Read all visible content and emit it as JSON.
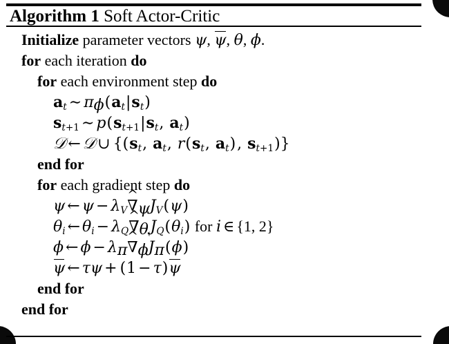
{
  "figure": {
    "kind": "algorithm-pseudocode-block",
    "label": "Algorithm 1",
    "name": "Soft Actor-Critic",
    "colors": {
      "ink": "#000000",
      "page": "#ffffff"
    }
  },
  "title": {
    "label": "Algorithm 1",
    "separator": " ",
    "name": "Soft Actor-Critic"
  },
  "lines": [
    {
      "id": "init",
      "indent": 0,
      "text": "Initialize parameter vectors ψ, ψ̄, θ, ϕ.",
      "keywords": [
        "Initialize"
      ],
      "math": "ψ, ψ̄, θ, ϕ"
    },
    {
      "id": "for-iteration",
      "indent": 0,
      "text": "for each iteration do",
      "keyword_open": "for",
      "body": " each iteration ",
      "keyword_close": "do"
    },
    {
      "id": "for-env-step",
      "indent": 1,
      "text": "for each environment step do",
      "keyword_open": "for",
      "body": " each environment step ",
      "keyword_close": "do"
    },
    {
      "id": "sample-action",
      "indent": 2,
      "text": "a_t ~ π_ϕ(a_t|s_t)",
      "latex": "\\mathbf{a}_t \\sim \\pi_\\phi(\\mathbf{a}_t|\\mathbf{s}_t)"
    },
    {
      "id": "sample-next-state",
      "indent": 2,
      "text": "s_{t+1} ~ p(s_{t+1}|s_t, a_t)",
      "latex": "\\mathbf{s}_{t+1} \\sim p(\\mathbf{s}_{t+1}|\\mathbf{s}_t,\\mathbf{a}_t)"
    },
    {
      "id": "replay-buffer-update",
      "indent": 2,
      "text": "D ← D ∪ {(s_t, a_t, r(s_t, a_t), s_{t+1})}",
      "latex": "\\mathcal{D} \\leftarrow \\mathcal{D} \\cup \\left\\{(\\mathbf{s}_t,\\mathbf{a}_t,r(\\mathbf{s}_t,\\mathbf{a}_t),\\mathbf{s}_{t+1})\\right\\}"
    },
    {
      "id": "end-for-env-step",
      "indent": 1,
      "text": "end for"
    },
    {
      "id": "for-gradient-step",
      "indent": 1,
      "text": "for each gradient step do",
      "keyword_open": "for",
      "body": " each gradient step ",
      "keyword_close": "do"
    },
    {
      "id": "update-psi",
      "indent": 2,
      "text": "ψ ← ψ − λ_V ∇̂_ψ J_V(ψ)",
      "latex": "\\psi \\leftarrow \\psi - \\lambda_V \\hat{\\nabla}_\\psi J_V(\\psi)"
    },
    {
      "id": "update-theta",
      "indent": 2,
      "text": "θ_i ← θ_i − λ_Q ∇̂_{θ_i} J_Q(θ_i) for i ∈ {1, 2}",
      "latex": "\\theta_i \\leftarrow \\theta_i - \\lambda_Q \\hat{\\nabla}_{\\theta_i} J_Q(\\theta_i)\\text{ for } i \\in \\{1,2\\}"
    },
    {
      "id": "update-phi",
      "indent": 2,
      "text": "ϕ ← ϕ − λ_π ∇̂_ϕ J_π(ϕ)",
      "latex": "\\phi \\leftarrow \\phi - \\lambda_\\pi \\hat{\\nabla}_\\phi J_\\pi(\\phi)"
    },
    {
      "id": "update-psi-bar",
      "indent": 2,
      "text": "ψ̄ ← τψ + (1 − τ)ψ̄",
      "latex": "\\bar{\\psi} \\leftarrow \\tau\\psi + (1-\\tau)\\bar{\\psi}"
    },
    {
      "id": "end-for-gradient-step",
      "indent": 1,
      "text": "end for"
    },
    {
      "id": "end-for-iteration",
      "indent": 0,
      "text": "end for"
    }
  ],
  "glyphs": {
    "psi": "ψ",
    "theta": "θ",
    "phi": "ϕ",
    "pi": "π",
    "tau": "τ",
    "lambda": "λ",
    "nabla": "∇",
    "gets": "←",
    "sim": "∼",
    "cup": "∪",
    "in": "∈",
    "minus": "−",
    "plus": "+",
    "mid": "|",
    "D_cal": "𝒟"
  },
  "keywords": {
    "for": "for",
    "do": "do",
    "end_for": "end for",
    "for_word": "for"
  },
  "literals": {
    "initialize": "Initialize",
    "parameter_vectors": " parameter vectors ",
    "each_iteration": " each iteration ",
    "each_environment_step": " each environment step ",
    "each_gradient_step": " each gradient step ",
    "for_i_in": " for ",
    "set_one_two": "{1, 2}",
    "period": "."
  }
}
